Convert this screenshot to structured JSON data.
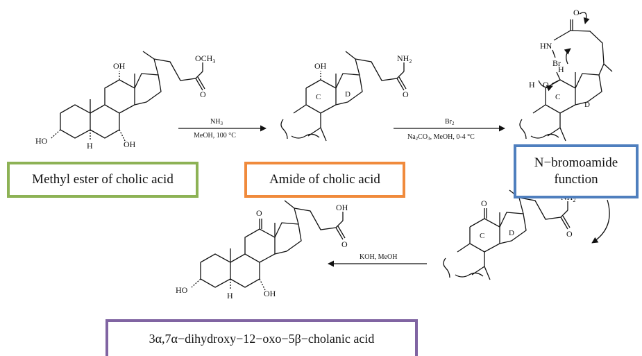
{
  "scheme": {
    "step1": {
      "reagent_top": "NH3",
      "reagent_top_main": "NH",
      "reagent_top_sub": "3",
      "reagent_bottom": "MeOH, 100 °C"
    },
    "step2": {
      "reagent_top_main": "Br",
      "reagent_top_sub": "2",
      "reagent_bottom_main": "Na",
      "reagent_bottom_sub1": "2",
      "reagent_bottom_mid": "CO",
      "reagent_bottom_sub2": "3",
      "reagent_bottom_end": ", MeOH, 0-4 °C"
    },
    "step3": {
      "reagent": "KOH, MeOH"
    },
    "labels": {
      "methyl_ester": "Methyl ester of cholic acid",
      "amide": "Amide of cholic acid",
      "bromoamide_line1": "N−bromoamide",
      "bromoamide_line2": "function",
      "product": "3α,7α−dihydroxy−12−oxo−5β−cholanic acid"
    },
    "atoms": {
      "oh": "OH",
      "ho": "HO",
      "h": "H",
      "o": "O",
      "och3_main": "OCH",
      "och3_sub": "3",
      "nh2_main": "NH",
      "nh2_sub": "2",
      "hn": "HN",
      "br": "Br",
      "ring_c": "C",
      "ring_d": "D"
    },
    "colors": {
      "methyl_ester_border": "#8DB255",
      "amide_border": "#F08A3C",
      "bromoamide_border": "#4F7FBE",
      "product_border": "#8064A2"
    }
  }
}
